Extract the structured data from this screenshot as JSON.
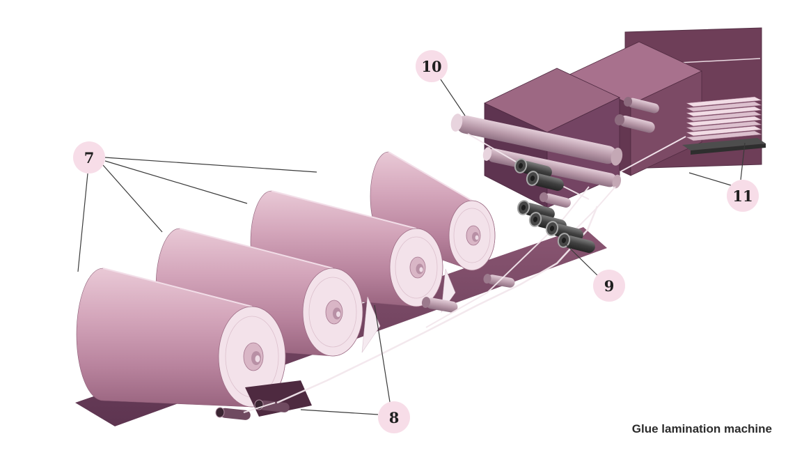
{
  "figure": {
    "caption": "Glue lamination machine",
    "callouts": [
      {
        "label": "7"
      },
      {
        "label": "8"
      },
      {
        "label": "9"
      },
      {
        "label": "10"
      },
      {
        "label": "11"
      }
    ],
    "colors": {
      "background": "#ffffff",
      "badge_background": "#f7dde8",
      "badge_text": "#1f1f1f",
      "leader_line": "#3a3a3a",
      "caption_text": "#2b2b2b",
      "machine_pink_light": "#f3e2ea",
      "machine_pink": "#cf9fb5",
      "machine_plum": "#7c4762",
      "machine_dark_plum": "#6b3b55"
    }
  }
}
